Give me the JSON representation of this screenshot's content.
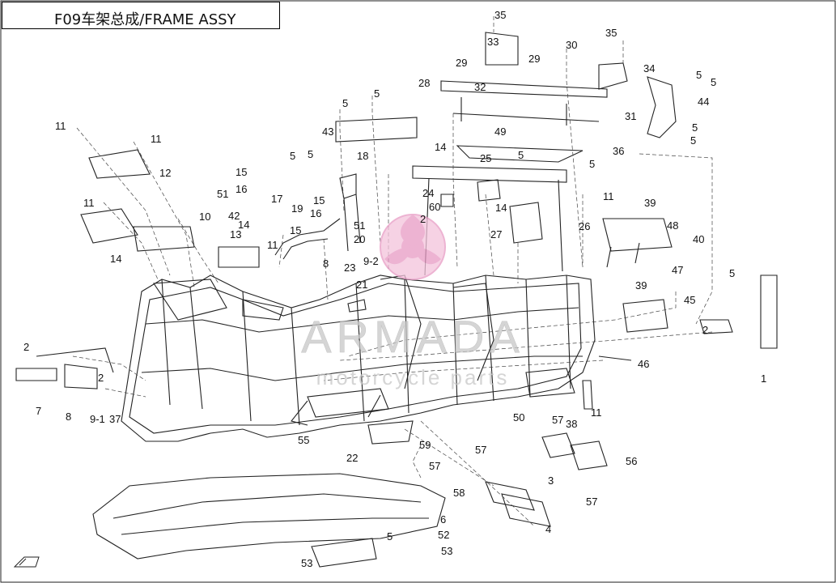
{
  "title": "F09车架总成/FRAME ASSY",
  "watermark": {
    "brand": "ARMADA",
    "tagline": "motorcycle parts",
    "logo_color": "#e79ac4"
  },
  "callouts": [
    "35",
    "33",
    "29",
    "29",
    "30",
    "35",
    "34",
    "5",
    "5",
    "28",
    "32",
    "31",
    "44",
    "5",
    "5",
    "11",
    "11",
    "12",
    "5",
    "5",
    "43",
    "49",
    "14",
    "36",
    "5",
    "25",
    "5",
    "18",
    "5",
    "5",
    "15",
    "16",
    "51",
    "17",
    "19",
    "15",
    "16",
    "24",
    "60",
    "2",
    "14",
    "11",
    "42",
    "14",
    "13",
    "15",
    "20",
    "51",
    "11",
    "27",
    "26",
    "39",
    "48",
    "40",
    "11",
    "10",
    "14",
    "8",
    "23",
    "9-2",
    "21",
    "39",
    "47",
    "5",
    "45",
    "2",
    "2",
    "2",
    "7",
    "8",
    "9-1",
    "37",
    "46",
    "1",
    "55",
    "50",
    "57",
    "38",
    "11",
    "22",
    "59",
    "57",
    "57",
    "56",
    "3",
    "58",
    "57",
    "4",
    "6",
    "52",
    "5",
    "53",
    "53"
  ],
  "colors": {
    "line": "#222222",
    "text": "#111111"
  }
}
